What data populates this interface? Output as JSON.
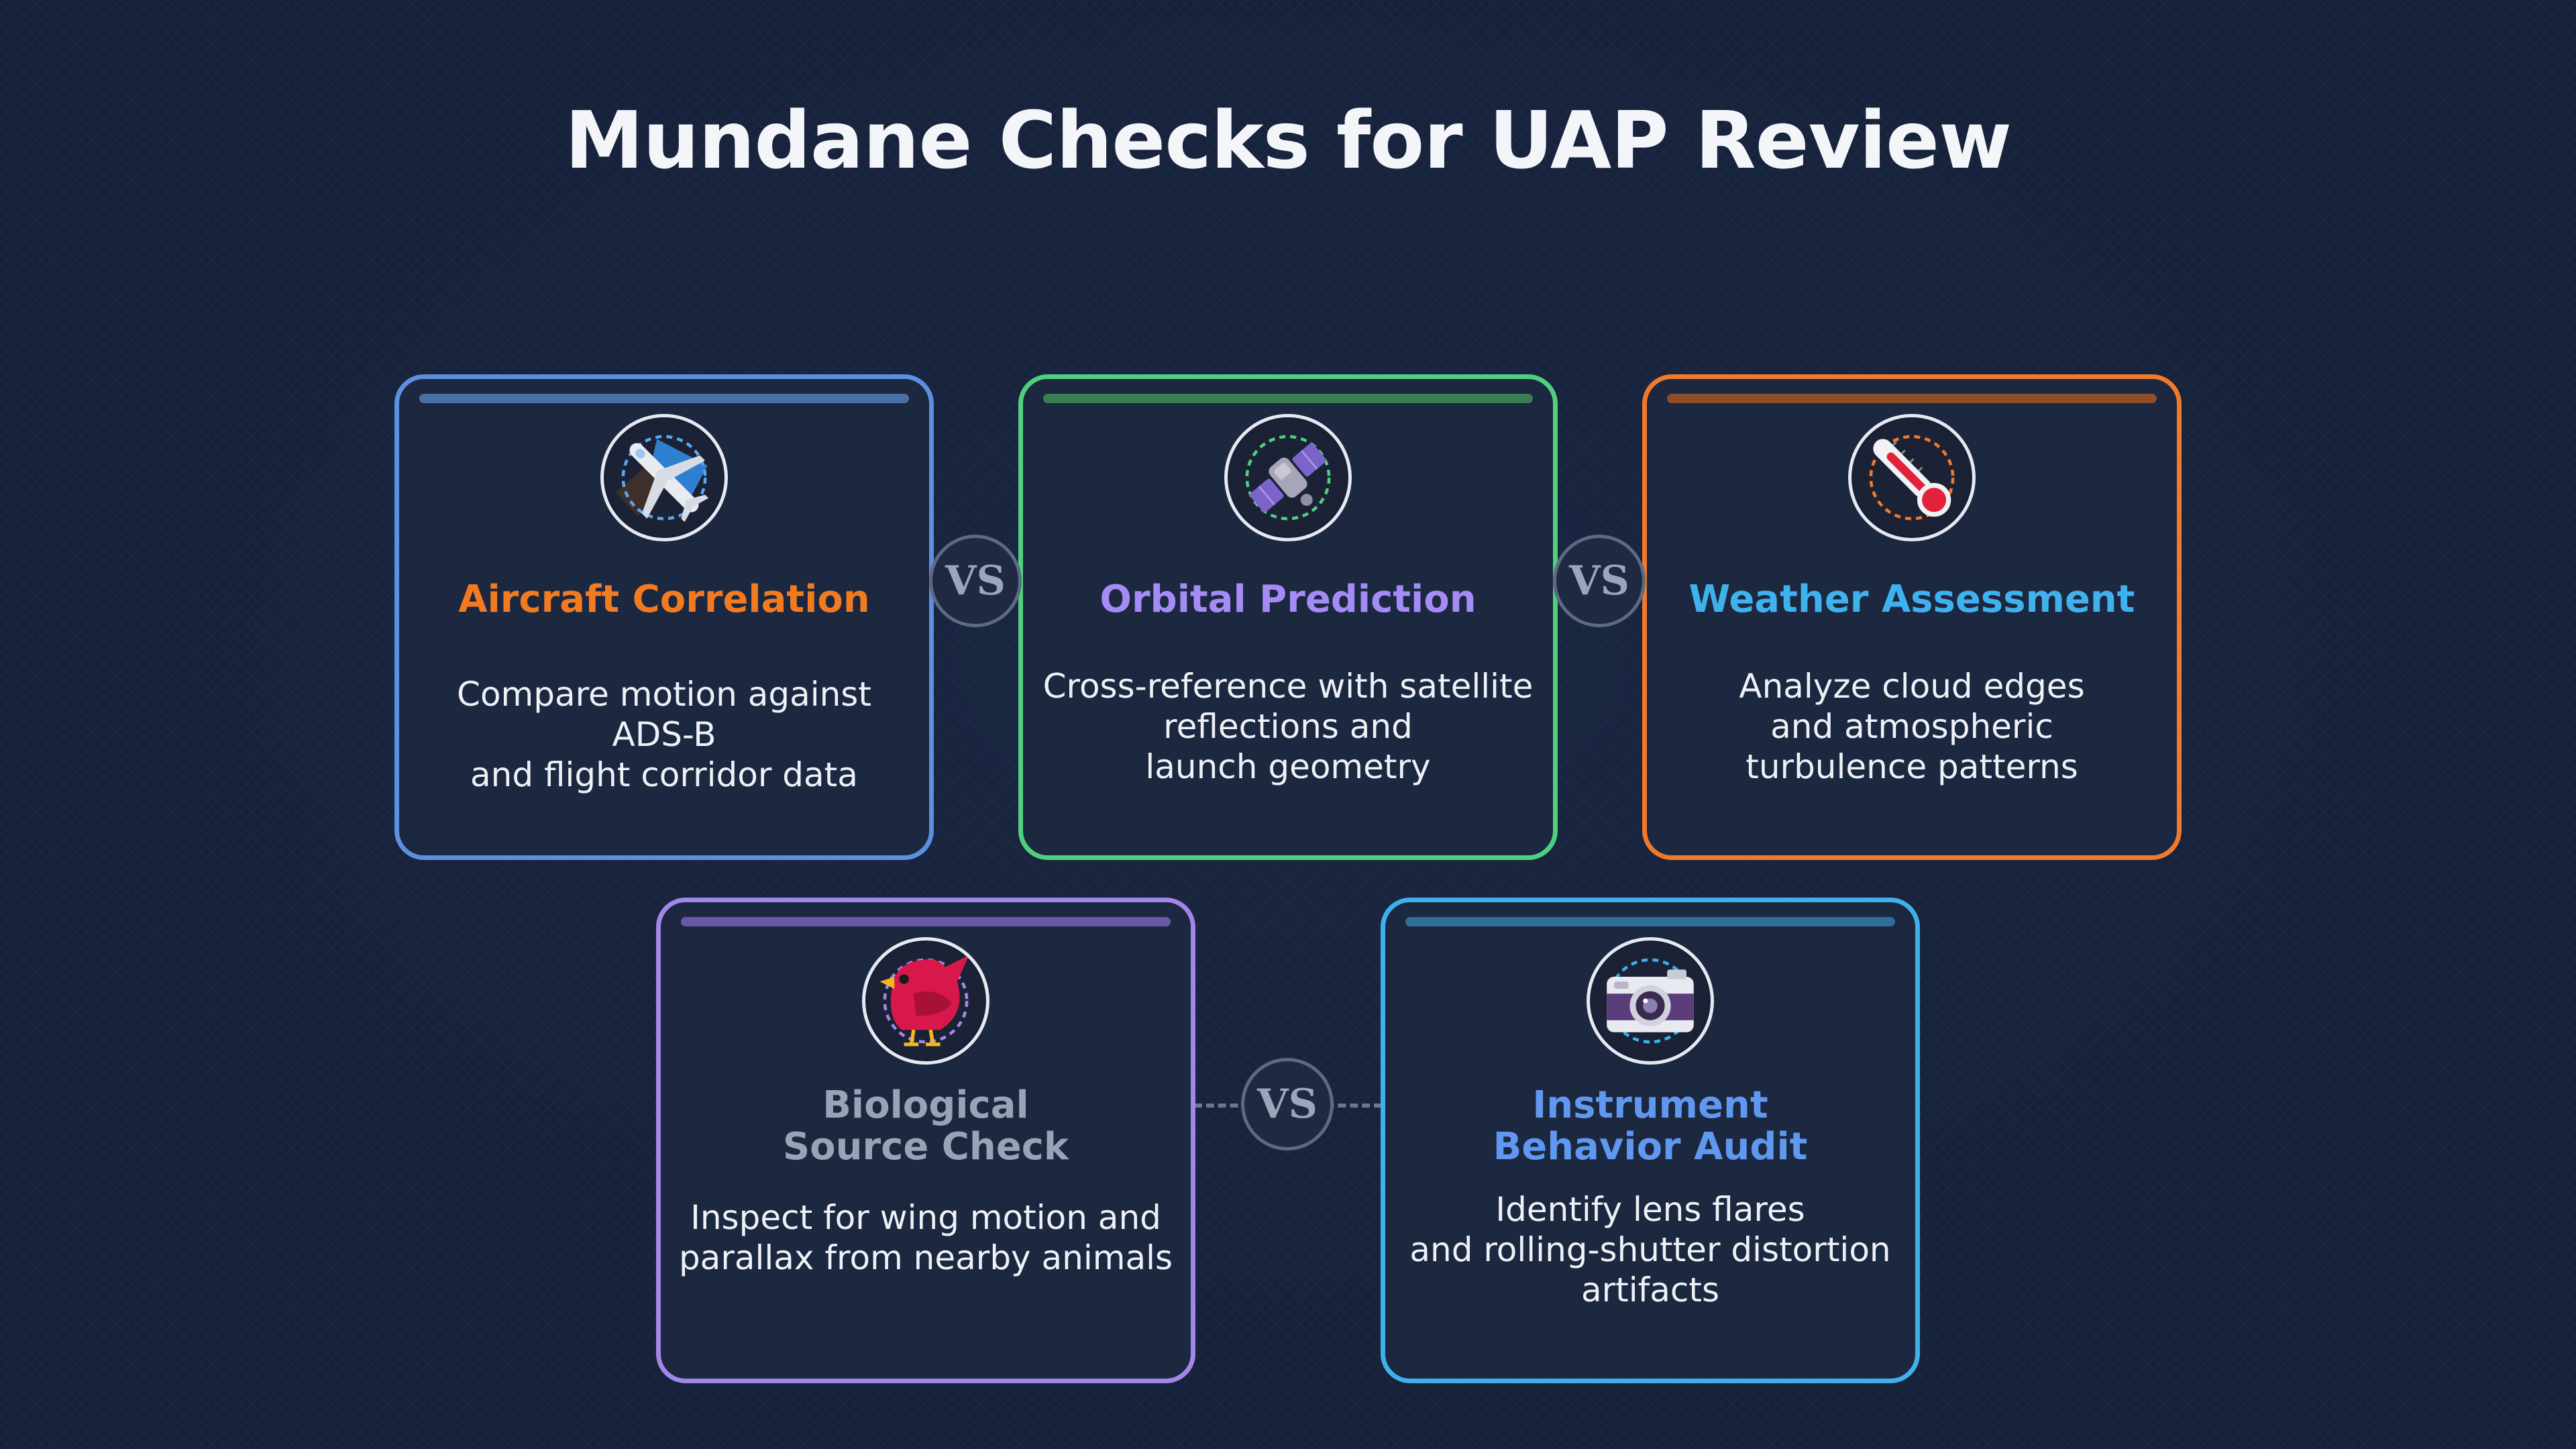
{
  "title": "Mundane Checks for UAP Review",
  "vs_label": "VS",
  "colors": {
    "background": "#16213a",
    "card_fill": "#1c2740"
  },
  "cards": [
    {
      "id": "aircraft",
      "icon": "airplane-icon",
      "title_lines": [
        "Aircraft Correlation"
      ],
      "desc_lines": [
        "Compare motion against ADS-B",
        "and flight corridor data"
      ],
      "border_color": "#5c8fe0",
      "bar_color": "#4a6ea6",
      "title_color": "#f27b22"
    },
    {
      "id": "orbital",
      "icon": "satellite-icon",
      "title_lines": [
        "Orbital Prediction"
      ],
      "desc_lines": [
        "Cross-reference with satellite",
        "reflections and",
        "launch geometry"
      ],
      "border_color": "#4fd07e",
      "bar_color": "#3c7d52",
      "title_color": "#a58bf5"
    },
    {
      "id": "weather",
      "icon": "thermometer-icon",
      "title_lines": [
        "Weather Assessment"
      ],
      "desc_lines": [
        "Analyze cloud edges",
        "and atmospheric",
        "turbulence patterns"
      ],
      "border_color": "#f07a2a",
      "bar_color": "#8e4f28",
      "title_color": "#3fb2ee"
    },
    {
      "id": "biological",
      "icon": "bird-icon",
      "title_lines": [
        "Biological",
        "Source Check"
      ],
      "desc_lines": [
        "Inspect for wing motion and",
        "parallax from nearby animals"
      ],
      "border_color": "#a286e8",
      "bar_color": "#6a58a2",
      "title_color": "#98a3b6"
    },
    {
      "id": "instrument",
      "icon": "camera-icon",
      "title_lines": [
        "Instrument",
        "Behavior Audit"
      ],
      "desc_lines": [
        "Identify lens flares",
        "and rolling-shutter distortion",
        "artifacts"
      ],
      "border_color": "#3fb0ea",
      "bar_color": "#2e6f96",
      "title_color": "#5f98ee"
    }
  ]
}
